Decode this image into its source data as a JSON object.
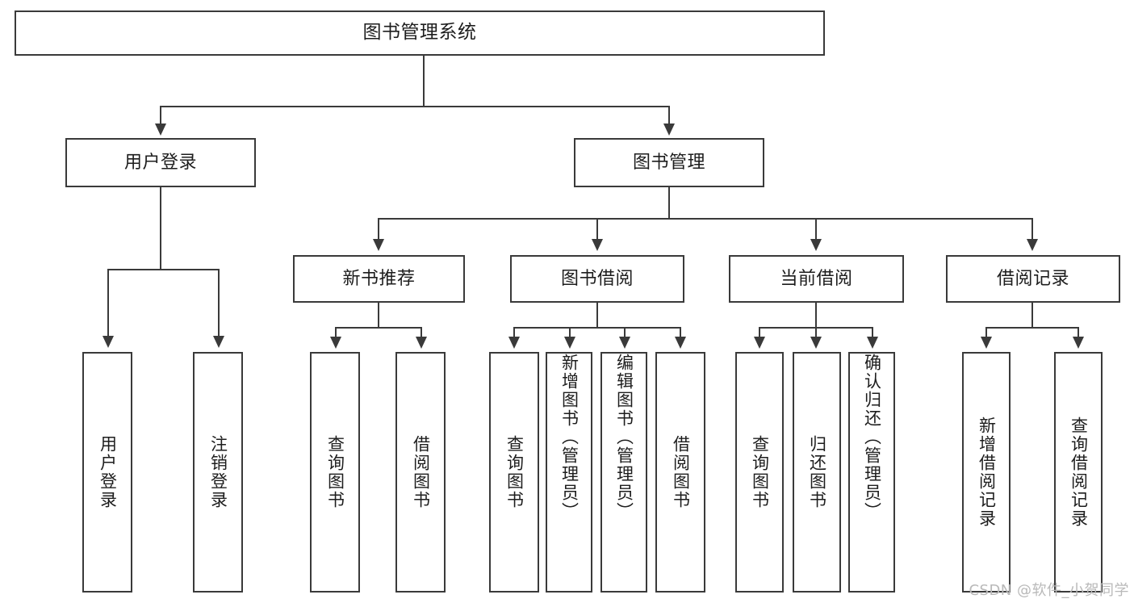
{
  "diagram": {
    "title": "图书管理系统",
    "type": "tree-hierarchy-diagram",
    "background_color": "#ffffff",
    "line_color": "#3a3a3a",
    "text_color": "#1d1d1d",
    "watermark": "CSDN @软件_小贺同学"
  },
  "root": {
    "label": "图书管理系统"
  },
  "level2": [
    {
      "label": "用户登录"
    },
    {
      "label": "图书管理"
    }
  ],
  "level3": [
    {
      "label": "新书推荐"
    },
    {
      "label": "图书借阅"
    },
    {
      "label": "当前借阅"
    },
    {
      "label": "借阅记录"
    }
  ],
  "leaves": {
    "user_login": [
      {
        "label": "用户登录"
      },
      {
        "label": "注销登录"
      }
    ],
    "new_book_recommend": [
      {
        "label": "查询图书"
      },
      {
        "label": "借阅图书"
      }
    ],
    "book_borrow": [
      {
        "label": "查询图书"
      },
      {
        "label": "新增图书（管理员）"
      },
      {
        "label": "编辑图书（管理员）"
      },
      {
        "label": "借阅图书"
      }
    ],
    "current_borrow": [
      {
        "label": "查询图书"
      },
      {
        "label": "归还图书"
      },
      {
        "label": "确认归还（管理员）"
      }
    ],
    "borrow_records": [
      {
        "label": "新增借阅记录"
      },
      {
        "label": "查询借阅记录"
      }
    ]
  }
}
